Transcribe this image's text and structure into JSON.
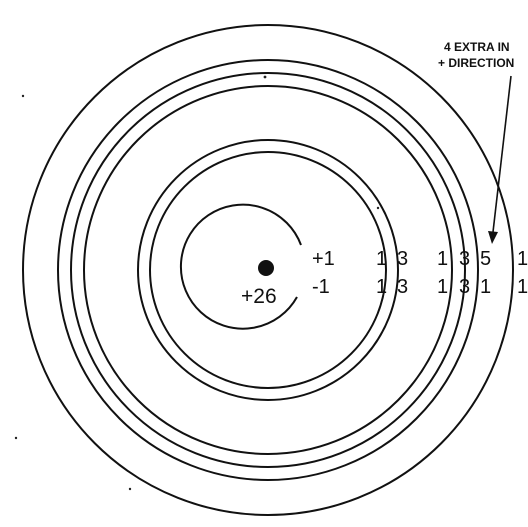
{
  "diagram": {
    "nucleus": {
      "charge_label": "+26"
    },
    "annotation": {
      "line1": "4 EXTRA IN",
      "line2": "+ DIRECTION"
    },
    "rows": {
      "plus": [
        "+1",
        "1",
        "3",
        "1",
        "3",
        "5",
        "1"
      ],
      "minus": [
        "-1",
        "1",
        "3",
        "1",
        "3",
        "1",
        "1"
      ]
    },
    "colors": {
      "ink": "#111111",
      "paper": "#ffffff"
    }
  }
}
